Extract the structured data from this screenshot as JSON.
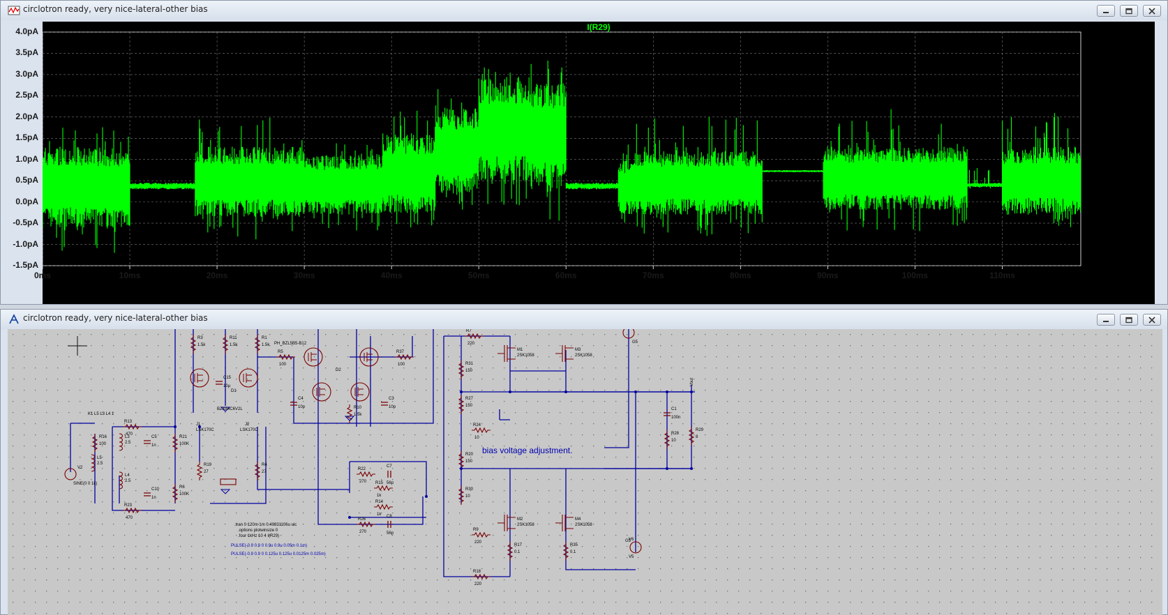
{
  "plot_window": {
    "title": "circlotron ready, very nice-lateral-other bias",
    "icon": "waveform-viewer-icon",
    "buttons": [
      "minimize-icon",
      "maximize-icon",
      "close-icon"
    ]
  },
  "schematic_window": {
    "title": "circlotron ready, very nice-lateral-other bias",
    "icon": "schematic-editor-icon",
    "buttons": [
      "minimize-icon",
      "maximize-icon",
      "close-icon"
    ]
  },
  "colors": {
    "plot_bg": "#000000",
    "trace": "#00ff00",
    "schematic_bg": "#c8c8c8",
    "wire": "#0000a0",
    "component": "#7a0000",
    "grid": "#6f6f6f"
  },
  "chart_data": {
    "type": "line",
    "title": "I(R29)",
    "xlabel": "",
    "ylabel": "",
    "x_ticks": [
      "0ms",
      "10ms",
      "20ms",
      "30ms",
      "40ms",
      "50ms",
      "60ms",
      "70ms",
      "80ms",
      "90ms",
      "100ms",
      "110ms"
    ],
    "y_ticks": [
      "4.0pA",
      "3.5pA",
      "3.0pA",
      "2.5pA",
      "2.0pA",
      "1.5pA",
      "1.0pA",
      "0.5pA",
      "0.0pA",
      "-0.5pA",
      "-1.0pA",
      "-1.5pA"
    ],
    "xlim": [
      0,
      119
    ],
    "ylim": [
      -1.5,
      4.0
    ],
    "grid": true,
    "series": [
      {
        "name": "I(R29)",
        "segments": [
          {
            "x": [
              0,
              10
            ],
            "lo": -0.6,
            "hi": 1.3,
            "spike_lo": -1.2,
            "spike_hi": 1.8
          },
          {
            "x": [
              10,
              17.5
            ],
            "lo": 0.3,
            "hi": 0.45,
            "spike_lo": 0.3,
            "spike_hi": 0.45
          },
          {
            "x": [
              17.5,
              30
            ],
            "lo": -0.35,
            "hi": 1.3,
            "spike_lo": -0.9,
            "spike_hi": 2.0
          },
          {
            "x": [
              30,
              39
            ],
            "lo": -0.3,
            "hi": 1.1,
            "spike_lo": -0.7,
            "spike_hi": 1.4
          },
          {
            "x": [
              39,
              45
            ],
            "lo": -0.3,
            "hi": 1.6,
            "spike_lo": -0.6,
            "spike_hi": 2.3
          },
          {
            "x": [
              45,
              50
            ],
            "lo": 0.2,
            "hi": 2.2,
            "spike_lo": -0.3,
            "spike_hi": 2.7
          },
          {
            "x": [
              50,
              56
            ],
            "lo": 0.5,
            "hi": 2.9,
            "spike_lo": -0.2,
            "spike_hi": 3.2
          },
          {
            "x": [
              56,
              60
            ],
            "lo": 0.3,
            "hi": 2.8,
            "spike_lo": -0.5,
            "spike_hi": 3.6
          },
          {
            "x": [
              60,
              66
            ],
            "lo": 0.3,
            "hi": 0.45,
            "spike_lo": 0.3,
            "spike_hi": 0.45
          },
          {
            "x": [
              66,
              68
            ],
            "lo": -0.3,
            "hi": 1.0,
            "spike_lo": -0.5,
            "spike_hi": 1.4
          },
          {
            "x": [
              68,
              82.5
            ],
            "lo": -0.3,
            "hi": 1.2,
            "spike_lo": -0.8,
            "spike_hi": 2.0
          },
          {
            "x": [
              82.5,
              89.5
            ],
            "lo": 0.7,
            "hi": 0.75,
            "spike_lo": 0.7,
            "spike_hi": 0.75
          },
          {
            "x": [
              89.5,
              106
            ],
            "lo": -0.2,
            "hi": 1.3,
            "spike_lo": -0.7,
            "spike_hi": 2.2
          },
          {
            "x": [
              106,
              110
            ],
            "lo": 0.35,
            "hi": 0.45,
            "spike_lo": 0.3,
            "spike_hi": 0.8
          },
          {
            "x": [
              110,
              119
            ],
            "lo": -0.3,
            "hi": 1.3,
            "spike_lo": -0.6,
            "spike_hi": 2.1
          }
        ]
      }
    ]
  },
  "schematic": {
    "annotation": "bias voltage adjustment.",
    "spice_directives": [
      ".tran 0 120m 1m 0.49831106u uic",
      ".options plotwinsize 0",
      ".four 1kHz 10 4 I(R29)"
    ],
    "pulse_sources": [
      "PULSE(-0.9 0.9 0 0.9u 0.9u 0.05m 0.1m)",
      "PULSE(-0.9 0.9 0 0.125u 0.125u 0.0125m 0.025m)"
    ],
    "coupling": "K1 L5 L3 L4 1",
    "sine_source": "SINE(0 0 1k)",
    "labels": {
      "R3": "R3",
      "R3v": "1.5k",
      "R11": "R11",
      "R11v": "1.5k",
      "R1": "R1",
      "R1v": "1.5k",
      "PH": "PH_BZL5B5-B12",
      "R5": "R5",
      "R5v": "100",
      "R37": "R37",
      "R37v": "100",
      "D2": "D2",
      "R10": "R10",
      "R10v": "1.5k",
      "C4": "C4",
      "C4v": "10p",
      "C3": "C3",
      "C3v": "10p",
      "C15": "C15",
      "C15v": "10µ",
      "D1": "D1",
      "D1v": "BZX84C6V2L",
      "J1": "J1",
      "J1v": "LSK170C",
      "J2": "J2",
      "J2v": "LSK170C",
      "R16": "R16",
      "R16v": "100",
      "R13": "R13",
      "R13v": "470",
      "L3": "L3",
      "L3v": "2.5",
      "C5": "C5",
      "C5v": "1n",
      "R21": "R21",
      "R21v": "100K",
      "L5": "L5",
      "L5v": "2.5",
      "V2": "V2",
      "L4": "L4",
      "L4v": "2.5",
      "R19": "R19",
      "R19v": "27",
      "R4": "R4",
      "R4v": "27",
      "R6": "R6",
      "R6v": "100K",
      "C10": "C10",
      "C10v": "1n",
      "R23": "R23",
      "R23v": "470",
      "R7": "R7",
      "R7v": "220",
      "R31": "R31",
      "R31v": "150",
      "R27": "R27",
      "R27v": "150",
      "R24": "R24",
      "R24v": "10",
      "R20": "R20",
      "R20v": "150",
      "R30": "R30",
      "R30v": "10",
      "R22": "R22",
      "R22v": "270",
      "C7": "C7",
      "C7v": "56p",
      "R15": "R15",
      "R15v": "1k",
      "R14": "R14",
      "R14v": "1k",
      "R26": "R26",
      "R26v": "270",
      "C8": "C8",
      "C8v": "56p",
      "R9": "R9",
      "R9v": "220",
      "R18": "R18",
      "R18v": "220",
      "M1": "M1",
      "M1v": "2SK1058",
      "M3": "M3",
      "M3v": "2SK1058",
      "M2": "M2",
      "M2v": "2SK1058",
      "M4": "M4",
      "M4v": "2SK1058",
      "R17": "R17",
      "R17v": "0.1",
      "R35": "R35",
      "R35v": "0.1",
      "V6": "V6",
      "V5": "V5",
      "G5a": "G5",
      "G5b": "G5",
      "vout": "Vout",
      "C1": "C1",
      "C1v": "100n",
      "R28": "R28",
      "R28v": "10",
      "R29": "R29",
      "R29v": "8"
    }
  }
}
